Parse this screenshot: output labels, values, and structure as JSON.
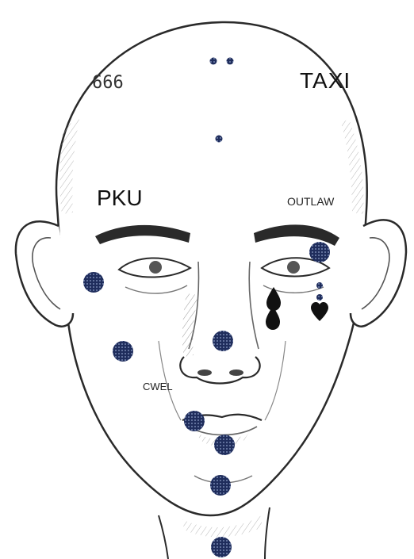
{
  "labels": {
    "forehead_left": "666",
    "forehead_right": "TAXI",
    "temple_left": "PKU",
    "temple_right": "OUTLAW",
    "cheek_left": "CWEL"
  },
  "colors": {
    "dot": "#1f2d5c",
    "ink": "#111111",
    "line": "#333333",
    "shade": "#9a9a9a"
  },
  "marks": {
    "tattoo_dots": "dot-icon",
    "teardrops": "teardrop-icon",
    "heart": "heart-icon"
  }
}
